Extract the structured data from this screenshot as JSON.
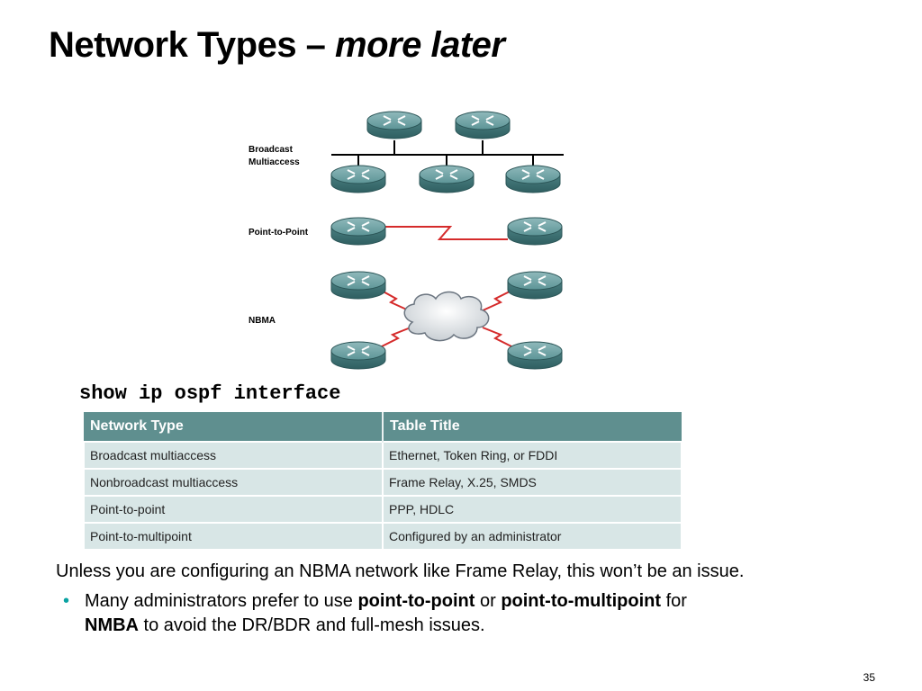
{
  "title": {
    "main": "Network Types –",
    "emphasis": "more later"
  },
  "diagram": {
    "labels": {
      "broadcast_line1": "Broadcast",
      "broadcast_line2": "Multiaccess",
      "point_to_point": "Point-to-Point",
      "nbma": "NBMA"
    },
    "colors": {
      "router": "#4f8a8c",
      "link": "#d52b2b",
      "bus": "#000000"
    }
  },
  "command": "show ip ospf interface",
  "table": {
    "headers": [
      "Network Type",
      "Table Title"
    ],
    "rows": [
      [
        "Broadcast multiaccess",
        "Ethernet, Token Ring, or FDDI"
      ],
      [
        "Nonbroadcast multiaccess",
        "Frame Relay, X.25, SMDS"
      ],
      [
        "Point-to-point",
        "PPP, HDLC"
      ],
      [
        "Point-to-multipoint",
        "Configured by an administrator"
      ]
    ],
    "colors": {
      "header_bg": "#5f8f8f",
      "cell_bg": "#d8e6e6"
    }
  },
  "body": {
    "para1": "Unless you are configuring an NBMA network like Frame Relay, this won’t be an issue.",
    "para2": {
      "t1": "Many administrators prefer to use ",
      "b1": "point-to-point",
      "t2": " or ",
      "b2": "point-to-multipoint",
      "t3": " for ",
      "b3": "NMBA",
      "t4": " to avoid the DR/BDR and full-mesh issues."
    },
    "bullet_color": "#0aa2a2"
  },
  "page_number": "35"
}
